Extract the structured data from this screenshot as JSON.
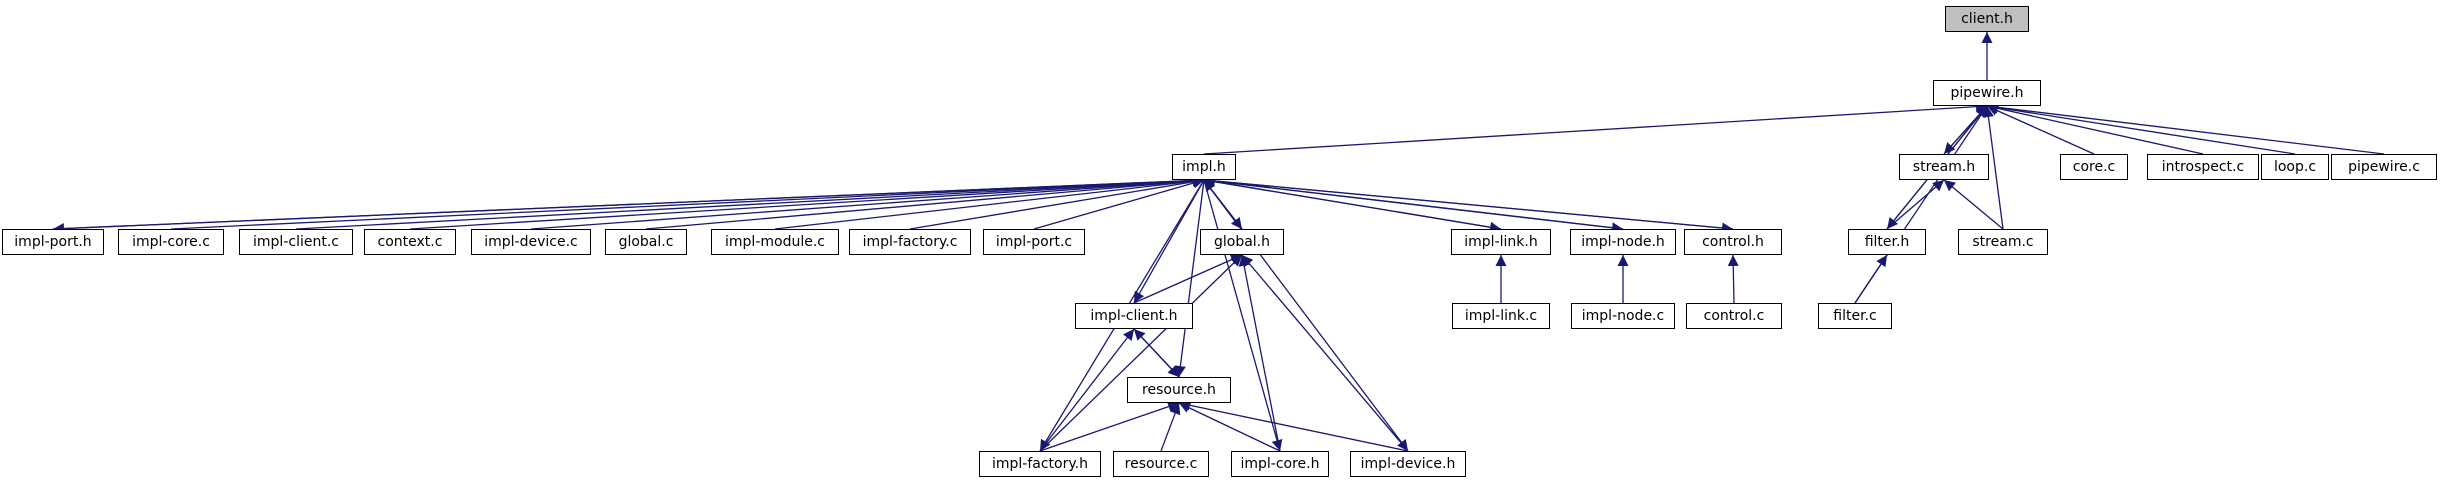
{
  "diagram": {
    "edge_color": "#191970",
    "node_border_color": "#000000",
    "root_fill": "#bfbfbf",
    "nodes": {
      "client_h": "client.h",
      "pipewire_h": "pipewire.h",
      "impl_h": "impl.h",
      "stream_h": "stream.h",
      "core_c": "core.c",
      "introspect_c": "introspect.c",
      "loop_c": "loop.c",
      "pipewire_c": "pipewire.c",
      "impl_port_h": "impl-port.h",
      "impl_core_c": "impl-core.c",
      "impl_client_c": "impl-client.c",
      "context_c": "context.c",
      "impl_device_c": "impl-device.c",
      "global_c": "global.c",
      "impl_module_c": "impl-module.c",
      "impl_factory_c": "impl-factory.c",
      "impl_port_c": "impl-port.c",
      "global_h": "global.h",
      "impl_link_h": "impl-link.h",
      "impl_node_h": "impl-node.h",
      "control_h": "control.h",
      "filter_h": "filter.h",
      "stream_c": "stream.c",
      "impl_client_h": "impl-client.h",
      "impl_link_c": "impl-link.c",
      "impl_node_c": "impl-node.c",
      "control_c": "control.c",
      "filter_c": "filter.c",
      "resource_h": "resource.h",
      "impl_factory_h": "impl-factory.h",
      "resource_c": "resource.c",
      "impl_core_h": "impl-core.h",
      "impl_device_h": "impl-device.h"
    },
    "edges": [
      {
        "from": "pipewire_h",
        "to": "client_h"
      },
      {
        "from": "impl_h",
        "to": "pipewire_h"
      },
      {
        "from": "stream_h",
        "to": "pipewire_h"
      },
      {
        "from": "pipewire_h",
        "to": "stream_h"
      },
      {
        "from": "core_c",
        "to": "pipewire_h"
      },
      {
        "from": "introspect_c",
        "to": "pipewire_h"
      },
      {
        "from": "loop_c",
        "to": "pipewire_h"
      },
      {
        "from": "pipewire_c",
        "to": "pipewire_h"
      },
      {
        "from": "filter_h",
        "to": "pipewire_h"
      },
      {
        "from": "pipewire_h",
        "to": "filter_h"
      },
      {
        "from": "stream_c",
        "to": "pipewire_h"
      },
      {
        "from": "filter_c",
        "to": "pipewire_h"
      },
      {
        "from": "stream_c",
        "to": "stream_h"
      },
      {
        "from": "filter_h",
        "to": "stream_h"
      },
      {
        "from": "filter_c",
        "to": "filter_h"
      },
      {
        "from": "impl_port_h",
        "to": "impl_h"
      },
      {
        "from": "impl_h",
        "to": "impl_port_h"
      },
      {
        "from": "impl_core_c",
        "to": "impl_h"
      },
      {
        "from": "impl_client_c",
        "to": "impl_h"
      },
      {
        "from": "context_c",
        "to": "impl_h"
      },
      {
        "from": "impl_device_c",
        "to": "impl_h"
      },
      {
        "from": "global_c",
        "to": "impl_h"
      },
      {
        "from": "impl_module_c",
        "to": "impl_h"
      },
      {
        "from": "impl_factory_c",
        "to": "impl_h"
      },
      {
        "from": "impl_port_c",
        "to": "impl_h"
      },
      {
        "from": "global_h",
        "to": "impl_h"
      },
      {
        "from": "impl_h",
        "to": "global_h"
      },
      {
        "from": "impl_link_h",
        "to": "impl_h"
      },
      {
        "from": "impl_h",
        "to": "impl_link_h"
      },
      {
        "from": "impl_node_h",
        "to": "impl_h"
      },
      {
        "from": "impl_h",
        "to": "impl_node_h"
      },
      {
        "from": "control_h",
        "to": "impl_h"
      },
      {
        "from": "impl_h",
        "to": "control_h"
      },
      {
        "from": "impl_h",
        "to": "impl_client_h"
      },
      {
        "from": "impl_h",
        "to": "resource_h"
      },
      {
        "from": "impl_h",
        "to": "impl_factory_h"
      },
      {
        "from": "impl_h",
        "to": "impl_core_h"
      },
      {
        "from": "impl_h",
        "to": "impl_device_h"
      },
      {
        "from": "impl_client_h",
        "to": "global_h"
      },
      {
        "from": "impl_factory_h",
        "to": "global_h"
      },
      {
        "from": "impl_core_h",
        "to": "global_h"
      },
      {
        "from": "impl_device_h",
        "to": "global_h"
      },
      {
        "from": "resource_h",
        "to": "impl_client_h"
      },
      {
        "from": "impl_client_h",
        "to": "resource_h"
      },
      {
        "from": "impl_factory_h",
        "to": "impl_client_h"
      },
      {
        "from": "impl_factory_h",
        "to": "resource_h"
      },
      {
        "from": "resource_c",
        "to": "resource_h"
      },
      {
        "from": "impl_core_h",
        "to": "resource_h"
      },
      {
        "from": "impl_device_h",
        "to": "resource_h"
      },
      {
        "from": "impl_link_c",
        "to": "impl_link_h"
      },
      {
        "from": "impl_node_c",
        "to": "impl_node_h"
      },
      {
        "from": "control_c",
        "to": "control_h"
      }
    ]
  }
}
